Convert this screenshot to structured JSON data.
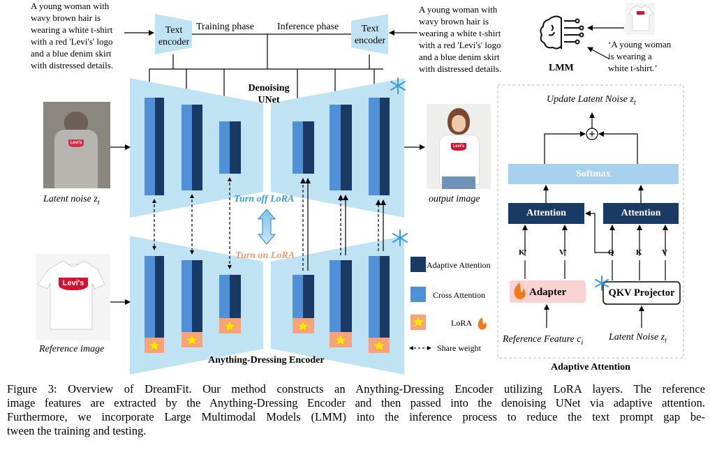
{
  "text_left": [
    "A young woman with",
    "wavy brown hair is",
    "wearing a white t-shirt",
    "with a red 'Levi's' logo",
    "and a blue denim skirt",
    "with distressed details."
  ],
  "text_right": [
    "A young woman with",
    "wavy brown hair is",
    "wearing a white t-shirt",
    "with a red 'Levi's' logo",
    "and a blue denim skirt",
    "with distressed details."
  ],
  "text_encoder_label": "Text encoder",
  "training_phase": "Training phase",
  "inference_phase": "Inference phase",
  "lmm_label": "LMM",
  "short_caption": [
    "‘A young woman",
    "is wearing a",
    "white t-shirt.’"
  ],
  "denoising_unet": [
    "Denoising",
    "UNet"
  ],
  "latent_noise_label": "Latent noise z",
  "latent_noise_sub": "t",
  "output_image_label": "output image",
  "reference_image_label": "Reference image",
  "turn_off_lora": "Turn off LoRA",
  "turn_on_lora": "Turn on LoRA",
  "encoder_label": "Anything-Dressing Encoder",
  "logo_text": "Levi's",
  "legend": {
    "adaptive": "Adaptive Attention",
    "cross": "Cross Attention",
    "lora": "LoRA",
    "share": "Share weight"
  },
  "panel": {
    "update": "Update Latent Noise z",
    "update_sub": "t",
    "softmax": "Softmax",
    "attention1": "Attention",
    "attention2": "Attention",
    "k_prime": "K'",
    "v_prime": "V'",
    "q": "Q",
    "k": "K",
    "v": "V",
    "adapter": "Adapter",
    "qkv": "QKV Projector",
    "ref_feature": "Reference Feature c",
    "ref_feature_sub": "i",
    "latent_noise": "Latent Noise z",
    "latent_noise_sub": "t",
    "title": "Adaptive Attention"
  },
  "colors": {
    "light_blue": "#bfe3f3",
    "dark_block": "#1a3a66",
    "mid_block": "#4f90d6",
    "lora": "#f5a27d",
    "star": "#ffe600",
    "softmax": "#a7d0ec",
    "adapter": "#f9d3d3",
    "turn_off": "#3a9ad6",
    "turn_on": "#f29a6c"
  },
  "caption_lines": [
    "Figure 3: Overview of DreamFit. Our method constructs an Anything-Dressing Encoder utilizing LoRA layers. The reference",
    "image features are extracted by the Anything-Dressing Encoder and then passed into the denoising UNet via adaptive attention.",
    "Furthermore, we incorporate Large Multimodal Models (LMM) into the inference process to reduce the text prompt gap be-",
    "tween the training and testing."
  ]
}
